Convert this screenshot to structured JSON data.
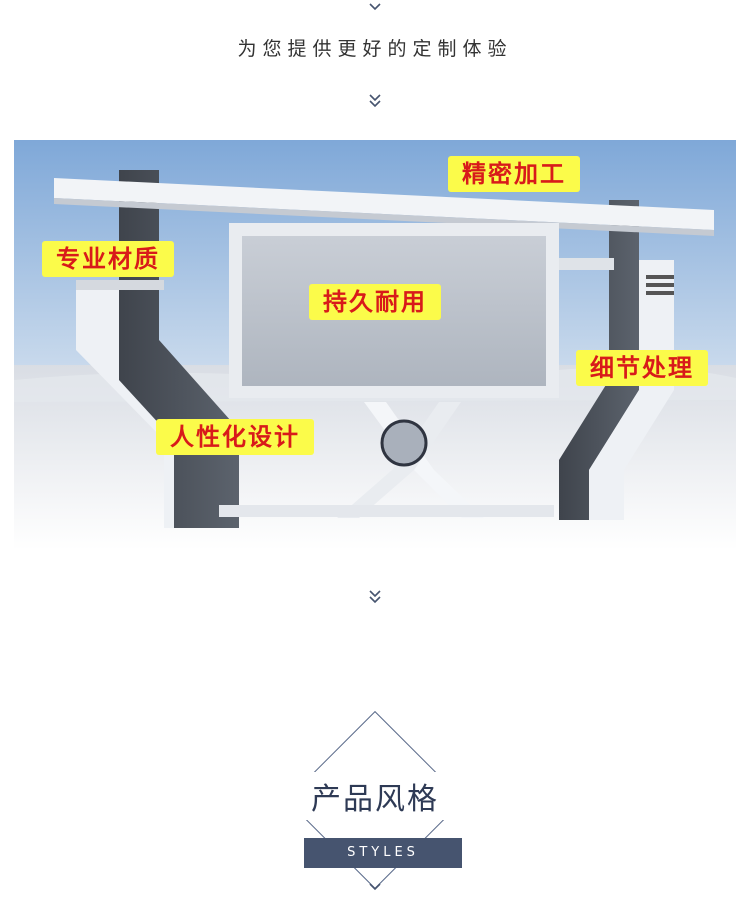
{
  "header": {
    "tagline": "为您提供更好的定制体验"
  },
  "hero": {
    "labels": {
      "precision": "精密加工",
      "material": "专业材质",
      "durable": "持久耐用",
      "detail": "细节处理",
      "humanized": "人性化设计"
    }
  },
  "section": {
    "title": "产品风格",
    "badge": "STYLES"
  },
  "colors": {
    "label_bg": "#fbfb4a",
    "label_text": "#d81a1a",
    "accent": "#46546f",
    "chevron": "#46546f"
  },
  "icons": {
    "chevron": "chevron-down-icon"
  }
}
